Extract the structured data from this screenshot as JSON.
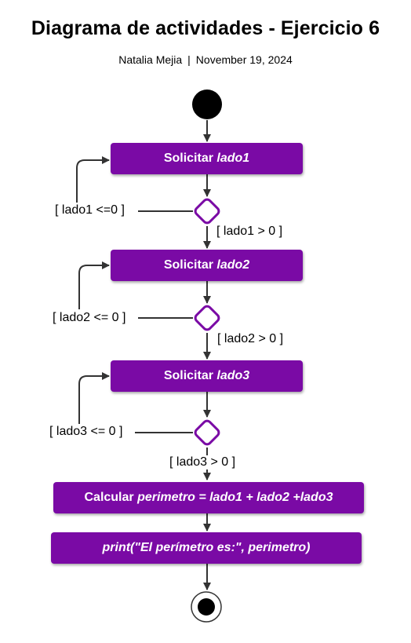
{
  "header": {
    "title": "Diagrama de actividades - Ejercicio 6",
    "author": "Natalia Mejia",
    "separator": "|",
    "date": "November 19, 2024"
  },
  "colors": {
    "node_fill": "#7a0aa5",
    "decision_stroke": "#7a0aa5",
    "arrow": "#333333"
  },
  "activities": [
    {
      "prefix": "Solicitar ",
      "var": "lado1"
    },
    {
      "prefix": "Solicitar ",
      "var": "lado2"
    },
    {
      "prefix": "Solicitar ",
      "var": "lado3"
    },
    {
      "text": "Calcular ",
      "var": "perimetro = lado1 + lado2 +lado3"
    },
    {
      "var": "print(\"El perímetro es:\", perimetro)"
    }
  ],
  "guards": {
    "g1_invalid": "[ lado1 <=0 ]",
    "g1_valid": "[ lado1 > 0 ]",
    "g2_invalid": "[ lado2 <= 0 ]",
    "g2_valid": "[ lado2 > 0 ]",
    "g3_invalid": "[ lado3 <= 0 ]",
    "g3_valid": "[ lado3 > 0 ]"
  }
}
